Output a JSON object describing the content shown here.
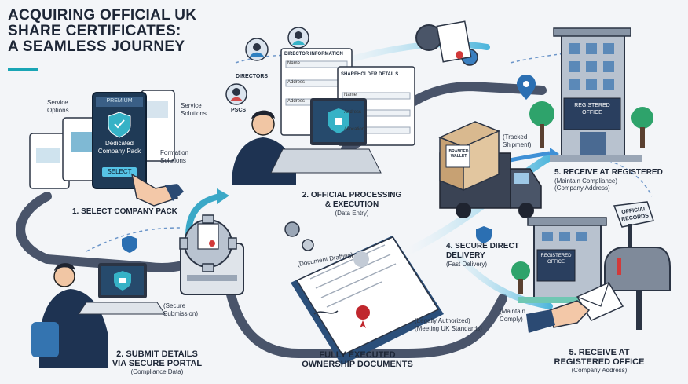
{
  "title_lines": [
    "Acquiring Official UK",
    "Share Certificates:",
    "A Seamless Journey"
  ],
  "accent": "#19a5b5",
  "pack_card": {
    "badge": "Premium",
    "line1": "Dedicated",
    "line2": "Company Pack",
    "select_label": "Select"
  },
  "callouts": {
    "service_options": [
      "Service",
      "Options"
    ],
    "service_solutions": [
      "Service",
      "Solutions"
    ],
    "formation_solutions": [
      "Formation",
      "Solutions"
    ]
  },
  "step1": {
    "label": "1. Select Company Pack"
  },
  "step2": {
    "label_line1": "2. Submit Details",
    "label_line2": "via Secure Portal",
    "sub": "(Compliance Data)"
  },
  "secure_submission": [
    "(Secure",
    "Submission)"
  ],
  "directors_label": "Directors",
  "pscs_label": "PSCs",
  "director_form": {
    "title": "Director Information",
    "fields": [
      "Name",
      "Address",
      "Address"
    ]
  },
  "shareholder_form": {
    "title": "Shareholder Details",
    "fields": [
      "Name",
      "Address",
      "Allocation"
    ]
  },
  "step_processing": {
    "label_line1": "2. Official Processing",
    "label_line2": "& Execution",
    "sub": "(Data Entry)"
  },
  "document_drafting": "(Document Drafting)",
  "documents": {
    "label_line1": "Fully Executed",
    "label_line2": "Ownership Documents",
    "note1": "(Legally Authorized)",
    "note2": "(Meeting UK Standards)"
  },
  "box_label": [
    "Branded",
    "Wallet"
  ],
  "step4": {
    "label_line1": "4. Secure Direct",
    "label_line2": "Delivery",
    "sub": "(Fast Delivery)"
  },
  "tracked": [
    "(Tracked",
    "Shipment)"
  ],
  "building_top": {
    "sign_line1": "Registered",
    "sign_line2": "Office"
  },
  "step5_top": {
    "label": "5. Receive at Registered",
    "sub1": "(Maintain Compliance)",
    "sub2": "(Company Address)"
  },
  "official_records": [
    "Official",
    "Records"
  ],
  "building_bottom": {
    "sign_line1": "Registered",
    "sign_line2": "Office"
  },
  "maintain_comply": [
    "(Maintain",
    "Comply)"
  ],
  "step5_bottom": {
    "label_line1": "5. Receive at",
    "label_line2": "Registered Office",
    "sub": "(Company Address)"
  }
}
